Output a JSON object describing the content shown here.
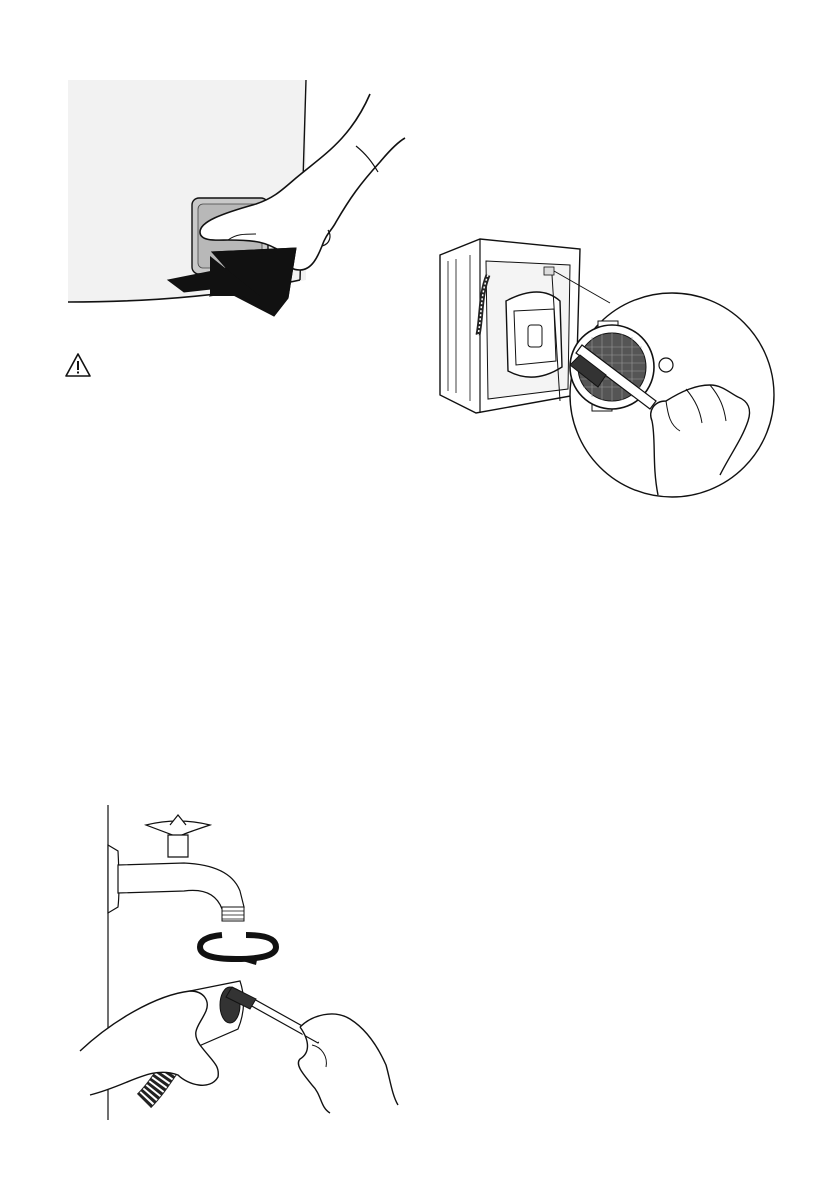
{
  "figures": [
    {
      "id": "fig-top-left",
      "icon": "hand-pressing-panel"
    },
    {
      "id": "fig-top-right",
      "icon": "brush-cleaning-filter"
    },
    {
      "id": "fig-bottom-left",
      "icon": "tap-hose-cleaning"
    }
  ],
  "warning": {
    "icon": "warning-triangle-icon"
  },
  "colors": {
    "panel": "#f2f2f2",
    "line": "#111111",
    "dark": "#222222"
  }
}
